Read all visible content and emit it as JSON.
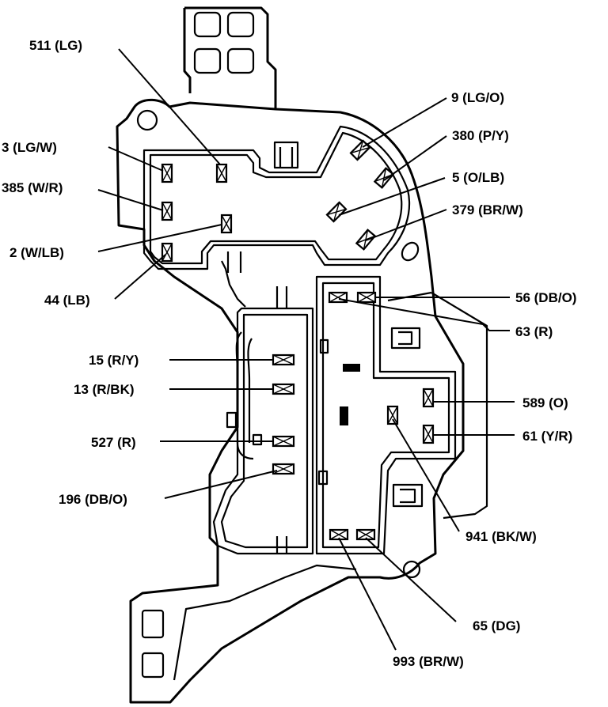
{
  "diagram": {
    "labels": {
      "w511": "511 (LG)",
      "w9": "9 (LG/O)",
      "w3": "3 (LG/W)",
      "w380": "380 (P/Y)",
      "w385": "385 (W/R)",
      "w5": "5 (O/LB)",
      "w379": "379 (BR/W)",
      "w2": "2 (W/LB)",
      "w44": "44 (LB)",
      "w56": "56 (DB/O)",
      "w63": "63 (R)",
      "w15": "15 (R/Y)",
      "w13": "13 (R/BK)",
      "w589": "589 (O)",
      "w527": "527 (R)",
      "w61": "61 (Y/R)",
      "w196": "196 (DB/O)",
      "w941": "941 (BK/W)",
      "w65": "65 (DG)",
      "w993": "993 (BR/W)"
    }
  }
}
